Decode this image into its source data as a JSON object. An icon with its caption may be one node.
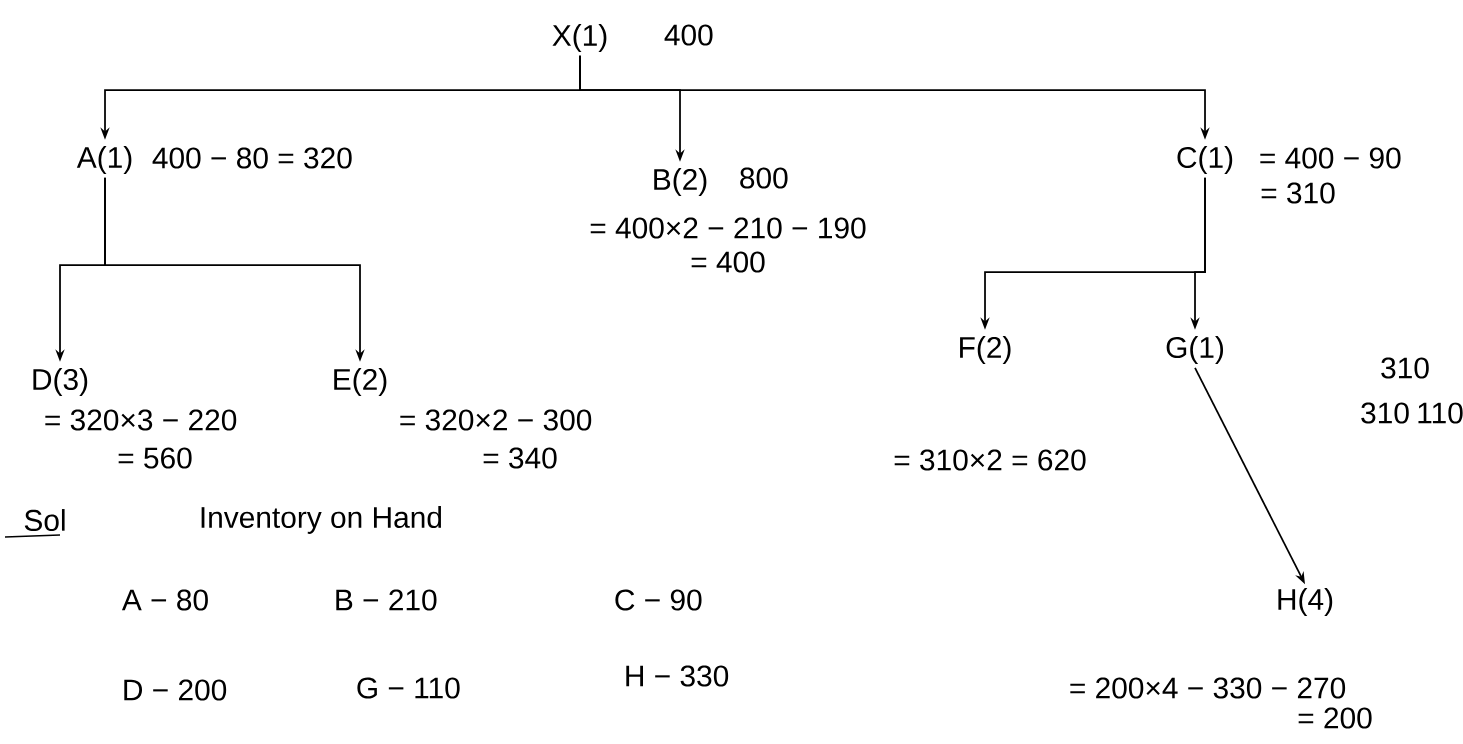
{
  "diagram": {
    "nodes": [
      {
        "text": [
          "X(1)"
        ],
        "beside": [
          "400"
        ]
      },
      {
        "text": [
          "A(1)"
        ],
        "beside": [
          "400 − 80 = 320"
        ]
      },
      {
        "text": [
          "B(2)"
        ],
        "beside": [
          "800",
          "= 400×2 − 210 − 190",
          "= 400"
        ]
      },
      {
        "text": [
          "C(1)"
        ],
        "beside": [
          "= 400 − 90",
          "= 310"
        ]
      },
      {
        "text": [
          "D(3)"
        ],
        "beside": [
          "= 320×3 − 220",
          "= 560"
        ]
      },
      {
        "text": [
          "E(2)"
        ],
        "beside": [
          "= 320×2 − 300",
          "= 340"
        ]
      },
      {
        "text": [
          "F(2)"
        ],
        "beside": [
          "= 310×2 = 620"
        ]
      },
      {
        "text": [
          "G(1)"
        ],
        "beside": [
          "310",
          "310",
          "110"
        ]
      },
      {
        "text": [
          "H(4)"
        ],
        "beside": [
          "= 200×4 − 330 − 270",
          "= 200"
        ]
      }
    ],
    "edges": [
      {
        "from": 0,
        "to": 1,
        "arrow": "to"
      },
      {
        "from": 0,
        "to": 2,
        "arrow": "to"
      },
      {
        "from": 0,
        "to": 3,
        "arrow": "to"
      },
      {
        "from": 1,
        "to": 4,
        "arrow": "to"
      },
      {
        "from": 1,
        "to": 5,
        "arrow": "to"
      },
      {
        "from": 3,
        "to": 6,
        "arrow": "to"
      },
      {
        "from": 3,
        "to": 7,
        "arrow": "to"
      },
      {
        "from": 7,
        "to": 8,
        "arrow": "to"
      }
    ],
    "labels": [
      "Sol",
      "Inventory on Hand",
      "A − 80",
      "B − 210",
      "C − 90",
      "D − 200",
      "G − 110",
      "H − 330"
    ]
  }
}
